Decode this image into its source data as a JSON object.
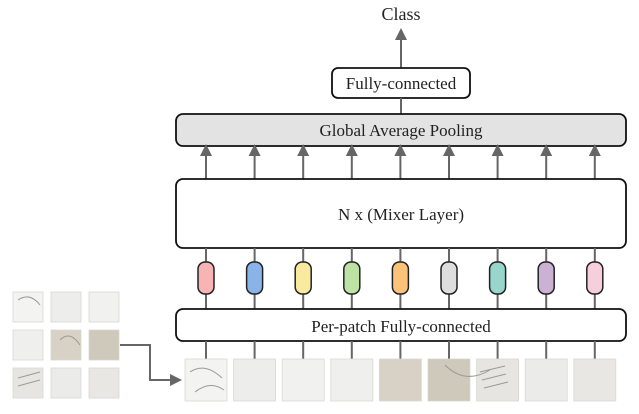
{
  "diagram": {
    "output_label": "Class",
    "fully_connected_label": "Fully-connected",
    "pooling_label": "Global Average Pooling",
    "mixer_label": "N x (Mixer Layer)",
    "per_patch_label": "Per-patch Fully-connected"
  },
  "tokens": {
    "colors": [
      "#f8b4b4",
      "#8ab4e8",
      "#faeaa0",
      "#bde3a4",
      "#fbc27a",
      "#dedede",
      "#98d6cc",
      "#cbb2d4",
      "#f7cfdc"
    ]
  },
  "patches": {
    "fills": [
      "#f3f3f1",
      "#ededeb",
      "#f1f1f0",
      "#efefed",
      "#d7d2c5",
      "#cfc9bb",
      "#e6e5e2",
      "#ebebea",
      "#e8e7e4"
    ]
  },
  "colors": {
    "pooling_fill": "#e3e3e3",
    "box_stroke": "#111111",
    "arrow": "#666666"
  }
}
